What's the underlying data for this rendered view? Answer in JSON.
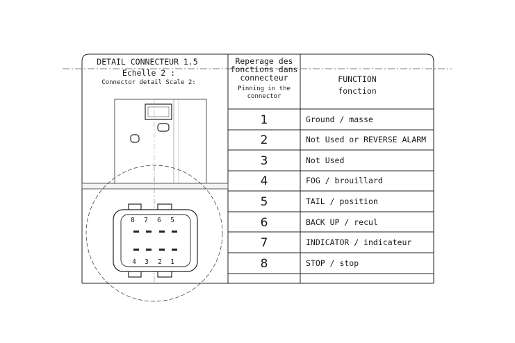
{
  "detail": {
    "title": "DETAIL CONNECTEUR 1.5",
    "scale": "Echelle 2 :",
    "subtitle": "Connector detail Scale 2:"
  },
  "table": {
    "header_pin_fr_1": "Reperage des",
    "header_pin_fr_2": "fonctions dans",
    "header_pin_fr_3": "connecteur",
    "header_pin_en_1": "Pinning in the",
    "header_pin_en_2": "connector",
    "header_fn_en": "FUNCTION",
    "header_fn_fr": "fonction",
    "rows": [
      {
        "pin": "1",
        "function": "Ground / masse"
      },
      {
        "pin": "2",
        "function": "Not Used or REVERSE ALARM"
      },
      {
        "pin": "3",
        "function": "Not Used"
      },
      {
        "pin": "4",
        "function": "FOG / brouillard"
      },
      {
        "pin": "5",
        "function": "TAIL / position"
      },
      {
        "pin": "6",
        "function": "BACK UP / recul"
      },
      {
        "pin": "7",
        "function": "INDICATOR / indicateur"
      },
      {
        "pin": "8",
        "function": "STOP / stop"
      }
    ]
  },
  "connector": {
    "top_pins": [
      "8",
      "7",
      "6",
      "5"
    ],
    "bottom_pins": [
      "4",
      "3",
      "2",
      "1"
    ]
  }
}
